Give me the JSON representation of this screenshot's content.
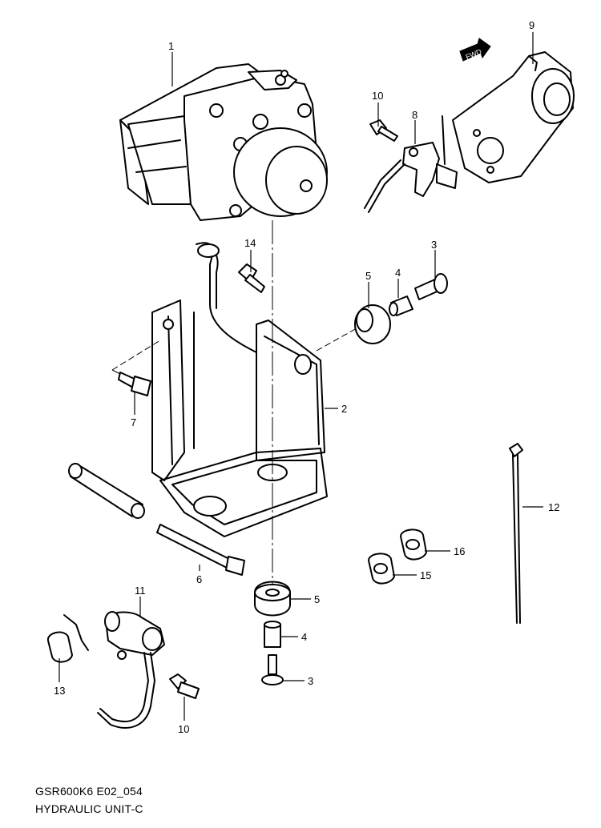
{
  "diagram": {
    "model_code": "GSR600K6 E02_054",
    "title": "HYDRAULIC UNIT-C",
    "direction_badge": "FWD",
    "callouts": [
      "1",
      "9",
      "10",
      "8",
      "3",
      "14",
      "5",
      "4",
      "2",
      "7",
      "12",
      "16",
      "15",
      "6",
      "11",
      "5",
      "4",
      "13",
      "3",
      "10"
    ]
  }
}
